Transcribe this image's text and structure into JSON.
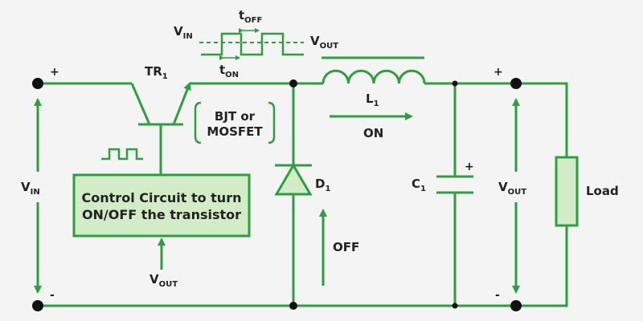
{
  "colors": {
    "wire": "#2e9e3f",
    "fill": "#d2ecc8",
    "background": "#f4f4f4",
    "text": "#222222",
    "dot": "#111111"
  },
  "labels": {
    "vin_main": "V",
    "vin_main_sub": "IN",
    "vin_wave": "V",
    "vin_wave_sub": "IN",
    "toff": "t",
    "toff_sub": "OFF",
    "ton": "t",
    "ton_sub": "ON",
    "vout_top": "V",
    "vout_top_sub": "OUT",
    "vout_right": "V",
    "vout_right_sub": "OUT",
    "vout_bottom": "V",
    "vout_bottom_sub": "OUT",
    "tr1": "TR",
    "tr1_sub": "1",
    "bjt_line1": "BJT or",
    "bjt_line2": "MOSFET",
    "l1": "L",
    "l1_sub": "1",
    "on": "ON",
    "off": "OFF",
    "d1": "D",
    "d1_sub": "1",
    "c1": "C",
    "c1_sub": "1",
    "load": "Load",
    "control_line1": "Control Circuit to turn",
    "control_line2": "ON/OFF the transistor",
    "plus_left": "+",
    "minus_left": "-",
    "plus_right": "+",
    "minus_right": "-",
    "cap_plus": "+"
  }
}
